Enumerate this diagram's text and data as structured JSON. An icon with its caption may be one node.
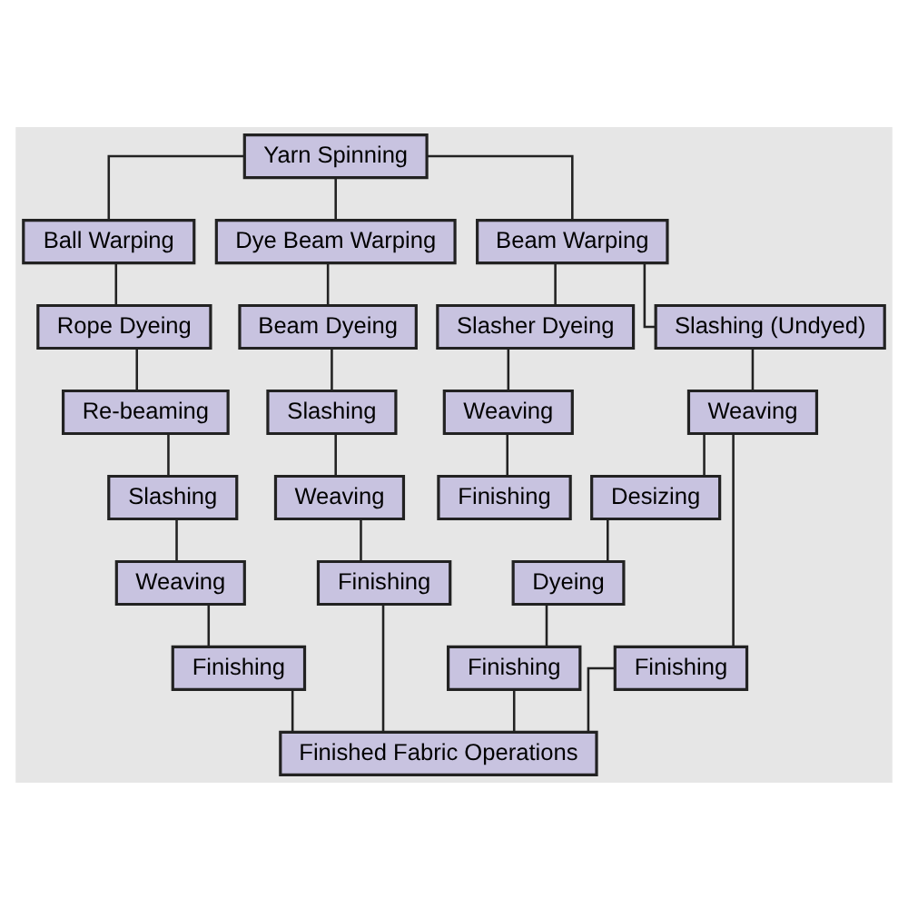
{
  "diagram": {
    "nodes": [
      {
        "text": [
          "Yarn Spinning"
        ]
      },
      {
        "text": [
          "Ball Warping"
        ]
      },
      {
        "text": [
          "Dye Beam Warping"
        ]
      },
      {
        "text": [
          "Beam Warping"
        ]
      },
      {
        "text": [
          "Rope Dyeing"
        ]
      },
      {
        "text": [
          "Beam Dyeing"
        ]
      },
      {
        "text": [
          "Slasher Dyeing"
        ]
      },
      {
        "text": [
          "Slashing (Undyed)"
        ]
      },
      {
        "text": [
          "Re-beaming"
        ]
      },
      {
        "text": [
          "Slashing"
        ]
      },
      {
        "text": [
          "Weaving"
        ]
      },
      {
        "text": [
          "Weaving"
        ]
      },
      {
        "text": [
          "Slashing"
        ]
      },
      {
        "text": [
          "Weaving"
        ]
      },
      {
        "text": [
          "Finishing"
        ]
      },
      {
        "text": [
          "Desizing"
        ]
      },
      {
        "text": [
          "Finishing"
        ]
      },
      {
        "text": [
          "Weaving"
        ]
      },
      {
        "text": [
          "Finishing"
        ]
      },
      {
        "text": [
          "Dyeing"
        ]
      },
      {
        "text": [
          "Finishing"
        ]
      },
      {
        "text": [
          "Finishing"
        ]
      },
      {
        "text": [
          "Finished Fabric Operations"
        ]
      }
    ],
    "edges": [
      {
        "from": 0,
        "to": 1,
        "arrow": "none"
      },
      {
        "from": 0,
        "to": 2,
        "arrow": "none"
      },
      {
        "from": 0,
        "to": 3,
        "arrow": "none"
      },
      {
        "from": 1,
        "to": 4,
        "arrow": "none"
      },
      {
        "from": 2,
        "to": 5,
        "arrow": "none"
      },
      {
        "from": 3,
        "to": 6,
        "arrow": "none"
      },
      {
        "from": 3,
        "to": 7,
        "arrow": "none"
      },
      {
        "from": 4,
        "to": 8,
        "arrow": "none"
      },
      {
        "from": 5,
        "to": 9,
        "arrow": "none"
      },
      {
        "from": 6,
        "to": 10,
        "arrow": "none"
      },
      {
        "from": 7,
        "to": 11,
        "arrow": "none"
      },
      {
        "from": 8,
        "to": 12,
        "arrow": "none"
      },
      {
        "from": 9,
        "to": 13,
        "arrow": "none"
      },
      {
        "from": 10,
        "to": 14,
        "arrow": "none"
      },
      {
        "from": 11,
        "to": 15,
        "arrow": "none"
      },
      {
        "from": 11,
        "to": 16,
        "arrow": "none"
      },
      {
        "from": 12,
        "to": 17,
        "arrow": "none"
      },
      {
        "from": 13,
        "to": 18,
        "arrow": "none"
      },
      {
        "from": 15,
        "to": 19,
        "arrow": "none"
      },
      {
        "from": 17,
        "to": 20,
        "arrow": "none"
      },
      {
        "from": 19,
        "to": 21,
        "arrow": "none"
      },
      {
        "from": 20,
        "to": 22,
        "arrow": "none"
      },
      {
        "from": 18,
        "to": 22,
        "arrow": "none"
      },
      {
        "from": 21,
        "to": 22,
        "arrow": "none"
      },
      {
        "from": 16,
        "to": 22,
        "arrow": "none"
      }
    ]
  }
}
